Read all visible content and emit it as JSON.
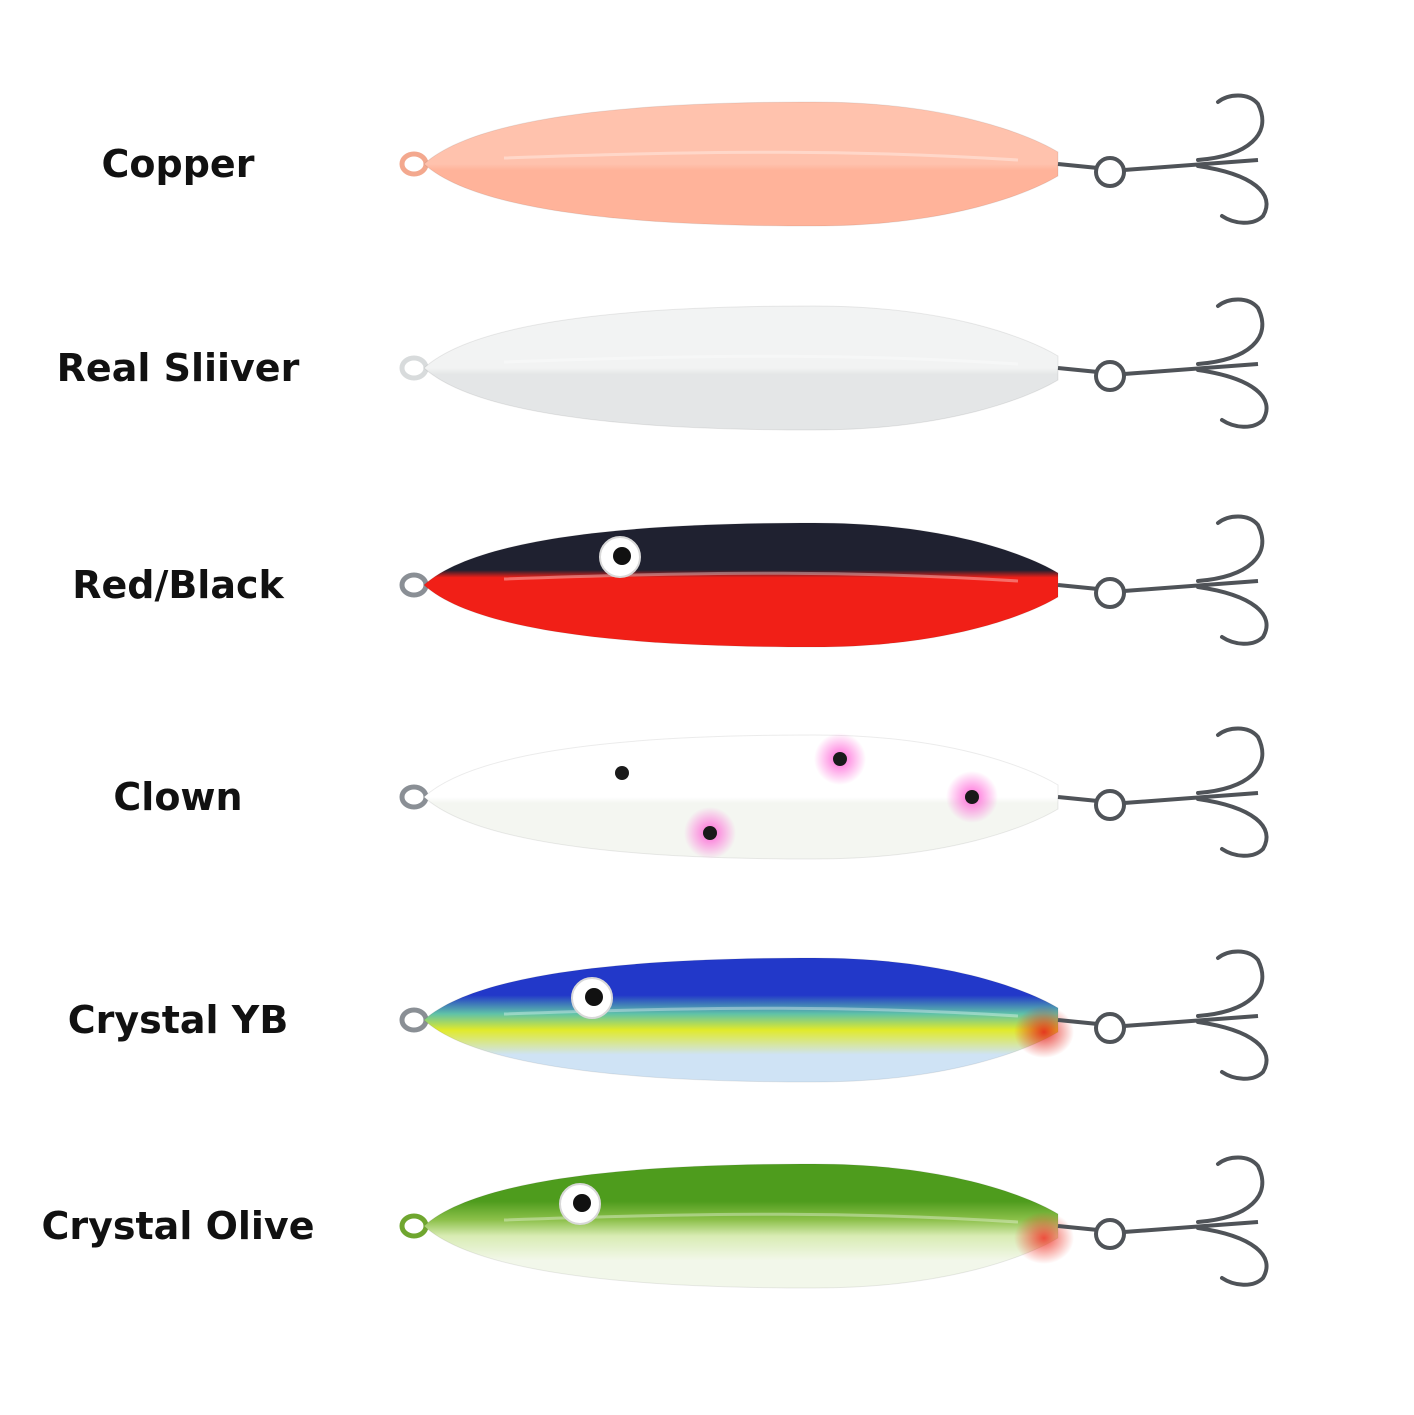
{
  "lures": [
    {
      "label": "Copper",
      "pattern": "solid",
      "colors": {
        "top": "#ffc2ad",
        "bottom": "#ffb39a",
        "eyelet": "#f3a88e"
      }
    },
    {
      "label": "Real Sliiver",
      "pattern": "solid",
      "colors": {
        "top": "#f2f3f3",
        "bottom": "#e4e6e7",
        "eyelet": "#d8dbdc"
      }
    },
    {
      "label": "Red/Black",
      "pattern": "two-tone",
      "colors": {
        "top": "#1f2130",
        "bottom": "#f11f17",
        "eyelet": "#8a8f95"
      }
    },
    {
      "label": "Clown",
      "pattern": "dots",
      "colors": {
        "top": "#ffffff",
        "bottom": "#f4f6f1",
        "dot": "#1a1a1a",
        "halo": "#ff5fd6",
        "eyelet": "#8a8f95"
      }
    },
    {
      "label": "Crystal YB",
      "pattern": "gradient",
      "colors": {
        "top": "#2238c9",
        "mid": "#5fc2a8",
        "yellow": "#e1ea2a",
        "bottom": "#cfe3f5",
        "tail": "#e5261c",
        "eyelet": "#8a8f95"
      }
    },
    {
      "label": "Crystal Olive",
      "pattern": "gradient",
      "colors": {
        "top": "#4e9c1d",
        "mid": "#8cc04a",
        "yellow": "#d8ecb3",
        "bottom": "#f2f7ea",
        "tail": "#ef3d2f",
        "eyelet": "#6fa62f"
      }
    }
  ],
  "hook_color": "#4f5358"
}
